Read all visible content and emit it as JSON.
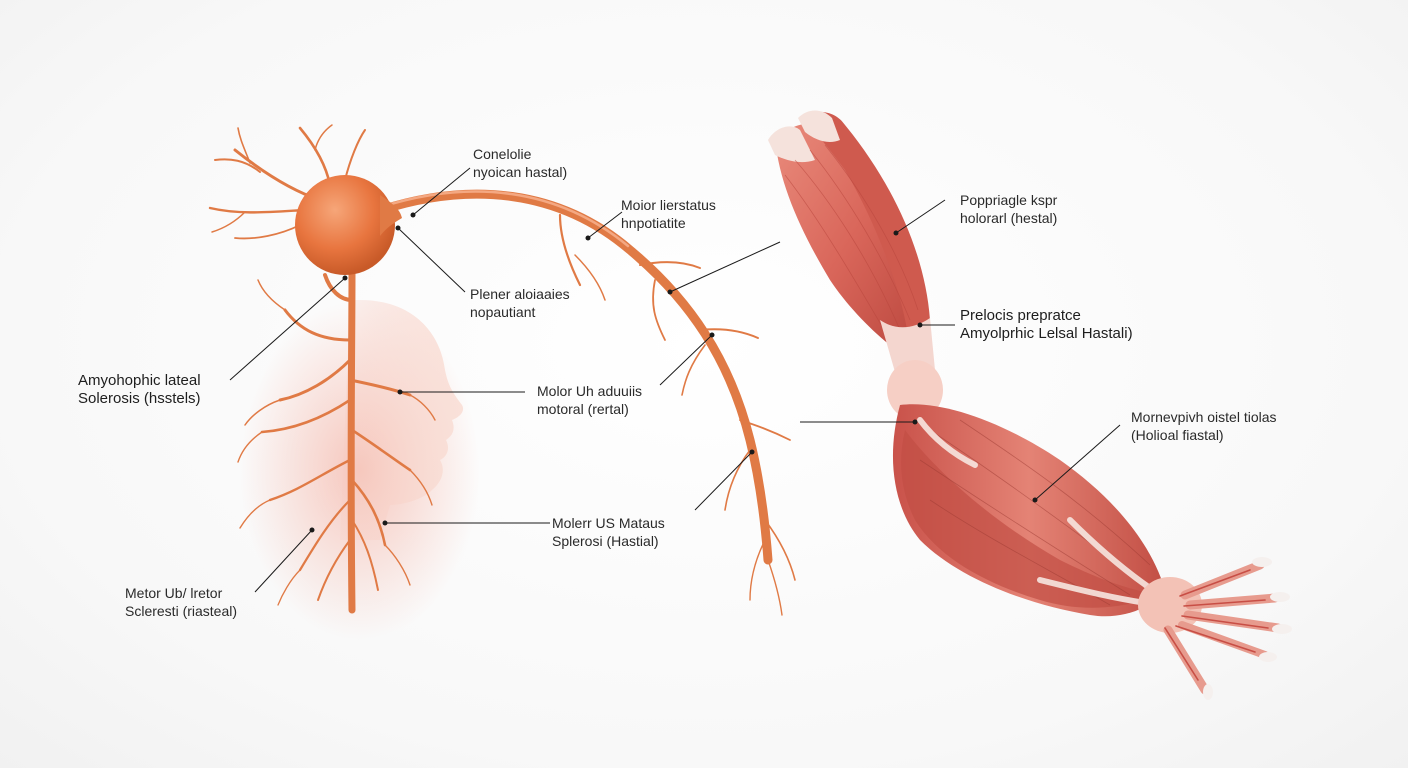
{
  "labels": {
    "l1": {
      "line1": "Conelolie",
      "line2": "nyoican hastal)"
    },
    "l2": {
      "line1": "Moior lierstatus",
      "line2": "hnpotiatite"
    },
    "l3": {
      "line1": "Plener aloiaaies",
      "line2": "nopautiant"
    },
    "l4": {
      "line1": "Amyohophic lateal",
      "line2": "Solerosis (hsstels)"
    },
    "l5": {
      "line1": "Molor Uh aduuiis",
      "line2": "motoral (rertal)"
    },
    "l6": {
      "line1": "Molerr US Mataus",
      "line2": "Splerosi (Hastial)"
    },
    "l7": {
      "line1": "Metor Ub/ lretor",
      "line2": "Scleresti (riasteal)"
    },
    "l8": {
      "line1": "Poppriagle kspr",
      "line2": "holorarl (hestal)"
    },
    "l9": {
      "line1": "Prelocis prepratce",
      "line2": "Amyolprhic Lelsal Hastali)"
    },
    "l10": {
      "line1": "Mornevpivh oistel tiolas",
      "line2": "(Holioal fiastal)"
    }
  },
  "colors": {
    "nerve": "#e07a45",
    "nerve_dark": "#c85a28",
    "soma": "#e8753f",
    "muscle": "#d9665a",
    "muscle_dark": "#b8453c",
    "tendon": "#f7e6e0",
    "skin": "#f6c7bb",
    "leader": "#1a1a1a"
  }
}
